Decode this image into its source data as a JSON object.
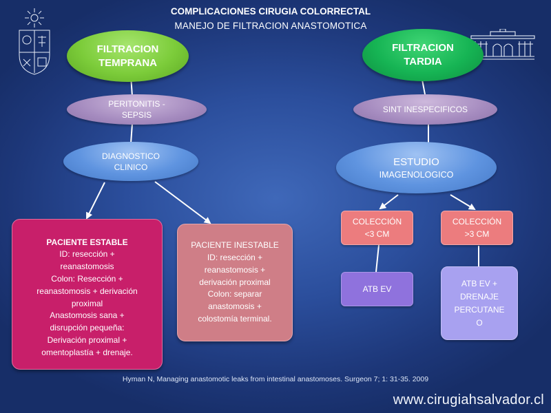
{
  "slide": {
    "title": "COMPLICACIONES CIRUGIA COLORRECTAL",
    "subtitle": "MANEJO DE FILTRACION ANASTOMOTICA",
    "reference": "Hyman N, Managing anastomotic leaks from intestinal anastomoses. Surgeon 7; 1: 31-35. 2009",
    "website": "www.cirugiahsalvador.cl"
  },
  "left_branch": {
    "head": {
      "line1": "FILTRACION",
      "line2": "TEMPRANA"
    },
    "presentation": {
      "line1": "PERITONITIS -",
      "line2": "SEPSIS"
    },
    "diagnosis": {
      "line1": "DIAGNOSTICO",
      "line2": "CLINICO"
    },
    "stable": {
      "lines": [
        "PACIENTE ESTABLE",
        "ID: resección +",
        "reanastomosis",
        "Colon: Resección +",
        "reanastomosis + derivación",
        "proximal",
        "Anastomosis sana +",
        "disrupción pequeña:",
        "Derivación proximal +",
        "omentoplastía + drenaje."
      ]
    },
    "unstable": {
      "lines": [
        "PACIENTE INESTABLE",
        "ID: resección +",
        "reanastomosis +",
        "derivación proximal",
        "Colon: separar",
        "anastomosis +",
        "colostomía terminal."
      ]
    }
  },
  "right_branch": {
    "head": {
      "line1": "FILTRACION",
      "line2": "TARDIA"
    },
    "presentation": {
      "line1": "SINT INESPECIFICOS"
    },
    "study": {
      "line1": "ESTUDIO",
      "line2": "IMAGENOLOGICO"
    },
    "small_collection": {
      "line1": "COLECCIÓN",
      "line2": "<3 CM"
    },
    "large_collection": {
      "line1": "COLECCIÓN",
      "line2": ">3 CM"
    },
    "small_treatment": {
      "line1": "ATB EV"
    },
    "large_treatment": {
      "lines": [
        "ATB EV +",
        "DRENAJE",
        "PERCUTANE",
        "O"
      ]
    }
  },
  "logos": {
    "left": "university-crest-icon",
    "right": "hospital-building-icon"
  }
}
